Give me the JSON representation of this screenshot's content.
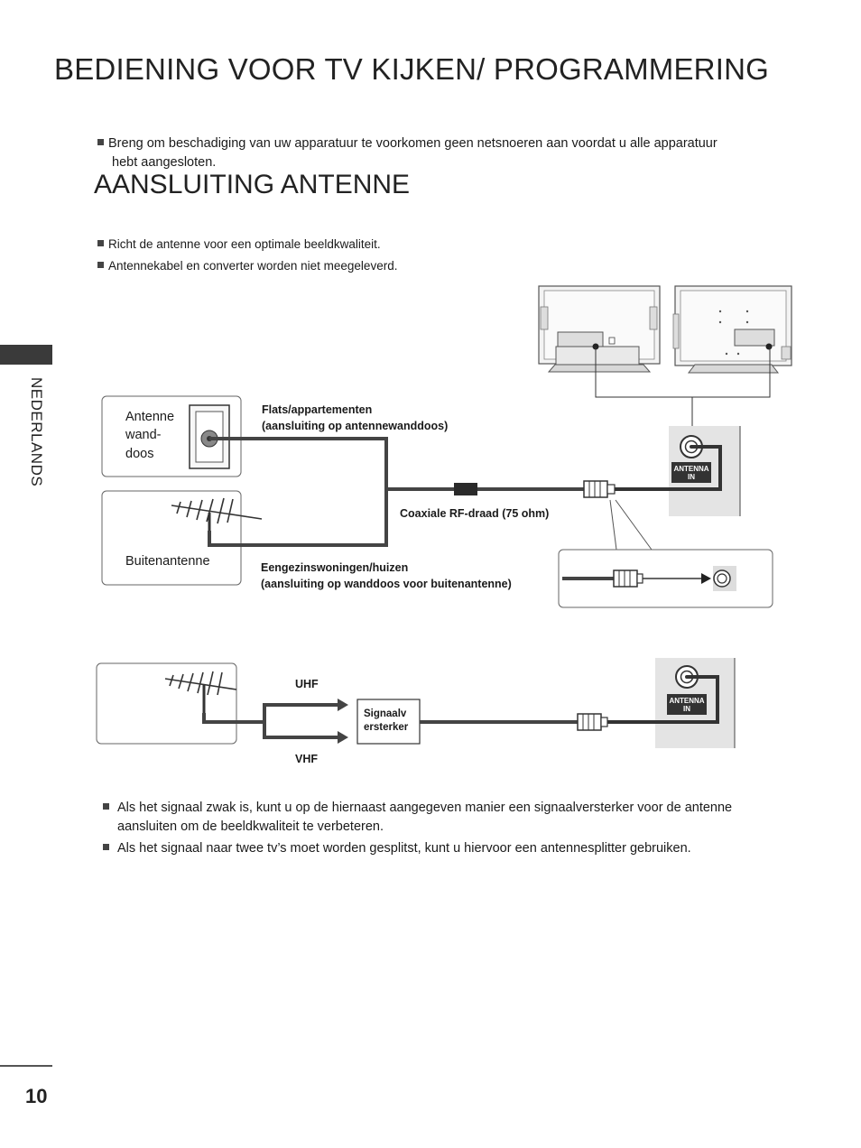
{
  "page": {
    "title": "BEDIENING VOOR TV KIJKEN/ PROGRAMMERING",
    "section_title": "AANSLUITING ANTENNE",
    "side_label": "NEDERLANDS",
    "page_number": "10"
  },
  "intro": {
    "warning_line1": "Breng om beschadiging van uw apparatuur te voorkomen geen netsnoeren aan voordat u alle apparatuur",
    "warning_line2": "hebt aangesloten."
  },
  "notes": [
    "Richt de antenne voor een optimale beeldkwaliteit.",
    "Antennekabel en converter worden niet meegeleverd."
  ],
  "diagram1": {
    "wall_label_1": "Antenne",
    "wall_label_2": "wand-",
    "wall_label_3": "doos",
    "outdoor_label": "Buitenantenne",
    "flats_line1": "Flats/appartementen",
    "flats_line2": "(aansluiting op antennewanddoos)",
    "coax_label": "Coaxiale RF-draad (75 ohm)",
    "houses_line1": "Eengezinswoningen/huizen",
    "houses_line2": "(aansluiting op wanddoos voor buitenantenne)",
    "port_label_1": "ANTENNA",
    "port_label_2": "IN"
  },
  "diagram2": {
    "uhf_label": "UHF",
    "vhf_label": "VHF",
    "amp_line1": "Signaalv",
    "amp_line2": "ersterker",
    "port_label_1": "ANTENNA",
    "port_label_2": "IN"
  },
  "bottom_notes": {
    "note1_line1": "Als het signaal zwak is, kunt u op de hiernaast aangegeven manier een signaalversterker voor de antenne",
    "note1_line2": "aansluiten om de beeldkwaliteit te verbeteren.",
    "note2": "Als het signaal naar twee tv’s moet worden gesplitst, kunt u hiervoor een antennesplitter gebruiken."
  }
}
